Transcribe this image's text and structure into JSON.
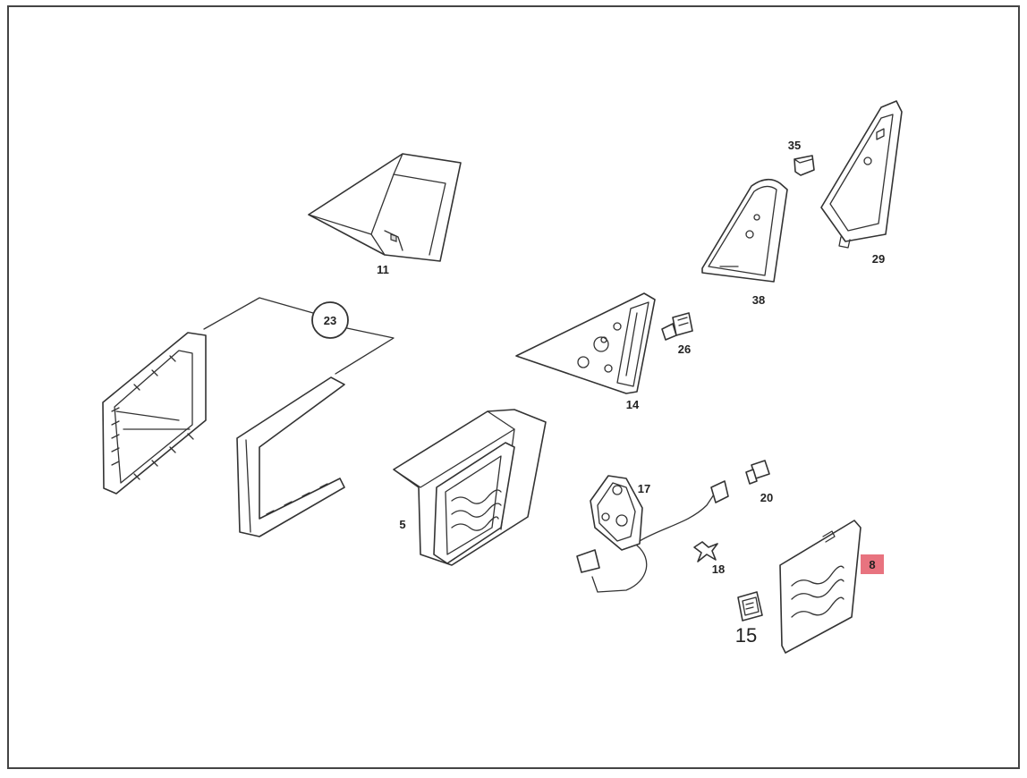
{
  "diagram": {
    "callouts": [
      {
        "id": "11",
        "text": "11"
      },
      {
        "id": "23",
        "text": "23"
      },
      {
        "id": "5",
        "text": "5"
      },
      {
        "id": "14",
        "text": "14"
      },
      {
        "id": "26",
        "text": "26"
      },
      {
        "id": "35",
        "text": "35"
      },
      {
        "id": "38",
        "text": "38"
      },
      {
        "id": "29",
        "text": "29"
      },
      {
        "id": "17",
        "text": "17"
      },
      {
        "id": "20",
        "text": "20"
      },
      {
        "id": "18",
        "text": "18"
      },
      {
        "id": "15",
        "text": "15"
      },
      {
        "id": "8",
        "text": "8",
        "highlighted": true
      }
    ],
    "highlight_color": "#e8737f"
  }
}
